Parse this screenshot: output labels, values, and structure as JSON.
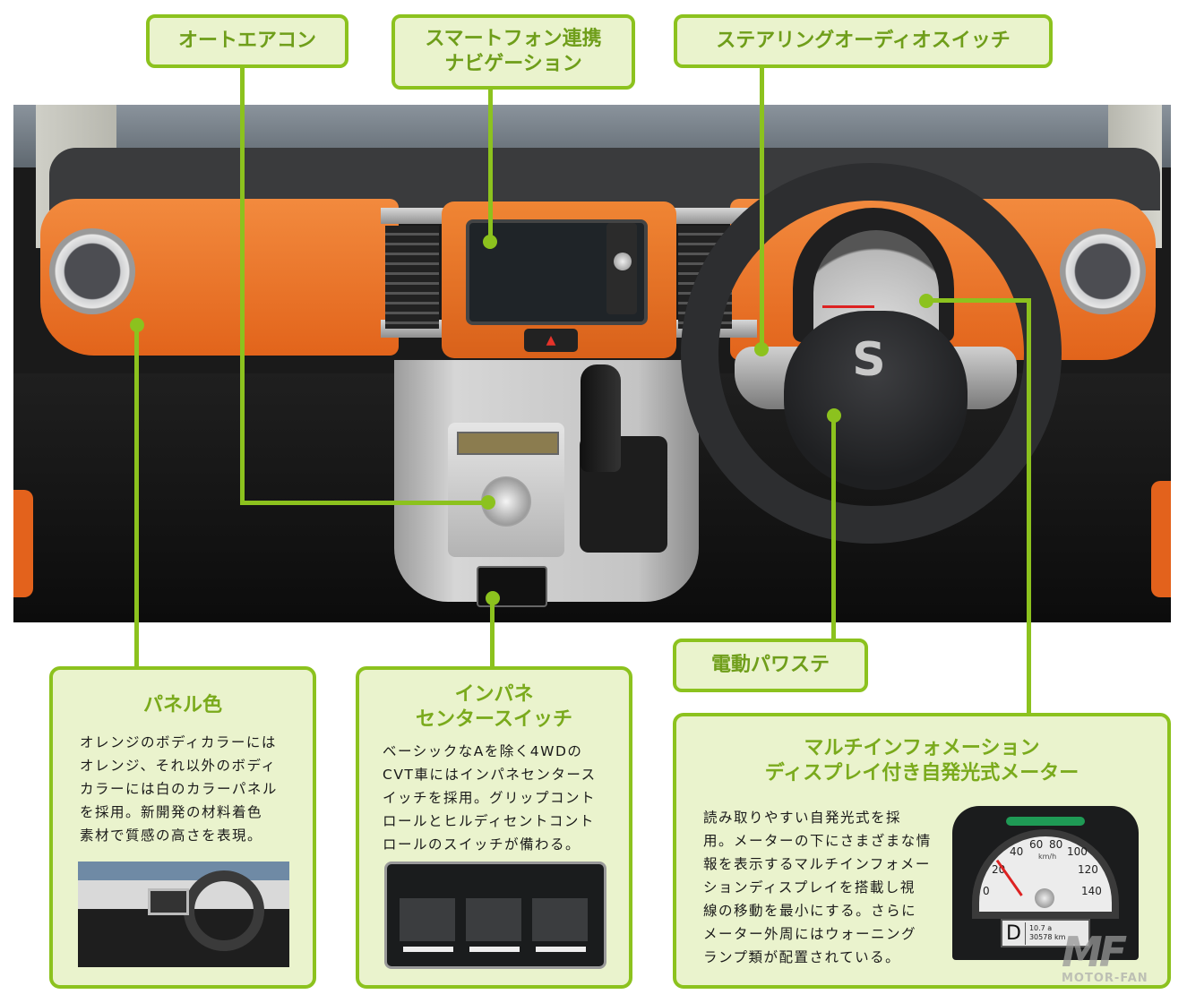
{
  "callouts": {
    "auto_aircon": {
      "label": "オートエアコン"
    },
    "smartphone_nav": {
      "label_line1": "スマートフォン連携",
      "label_line2": "ナビゲーション"
    },
    "steering_audio": {
      "label": "ステアリングオーディオスイッチ"
    },
    "power_steering": {
      "label": "電動パワステ"
    }
  },
  "panels": {
    "panel_color": {
      "title": "パネル色",
      "body_lines": [
        "オレンジのボディカラーには",
        "オレンジ、それ以外のボディ",
        "カラーには白のカラーパネル",
        "を採用。新開発の材料着色",
        "素材で質感の高さを表現。"
      ],
      "image_alt": "white-panel-dashboard"
    },
    "center_switch": {
      "title_line1": "インパネ",
      "title_line2": "センタースイッチ",
      "body_lines": [
        "ベーシックなAを除く4WDの",
        "CVT車にはインパネセンタース",
        "イッチを採用。グリップコント",
        "ロールとヒルディセントコント",
        "ロールのスイッチが備わる。"
      ],
      "image_alt": "center-switch-closeup"
    },
    "meter": {
      "title_line1": "マルチインフォメーション",
      "title_line2": "ディスプレイ付き自発光式メーター",
      "body_lines": [
        "読み取りやすい自発光式を採",
        "用。メーターの下にさまざまな情",
        "報を表示するマルチインフォメー",
        "ションディスプレイを搭載し視",
        "線の移動を最小にする。さらに",
        "メーター外周にはウォーニング",
        "ランプ類が配置されている。"
      ],
      "gauge_ticks": [
        "0",
        "20",
        "40",
        "60",
        "80",
        "100",
        "120",
        "140"
      ],
      "gauge_unit": "km/h",
      "gear": "D",
      "display_line1": "10.7 a",
      "display_line2": "30578 km"
    }
  },
  "main_photo": {
    "hazard_symbol": "▲",
    "logo_symbol": "S"
  },
  "watermark": {
    "text": "MF",
    "subtext": "MOTOR-FAN"
  },
  "colors": {
    "accent_green": "#8cc21e",
    "box_fill": "#eaf3cd",
    "title_green": "#7aaa1c",
    "panel_orange": "#e8701f"
  }
}
